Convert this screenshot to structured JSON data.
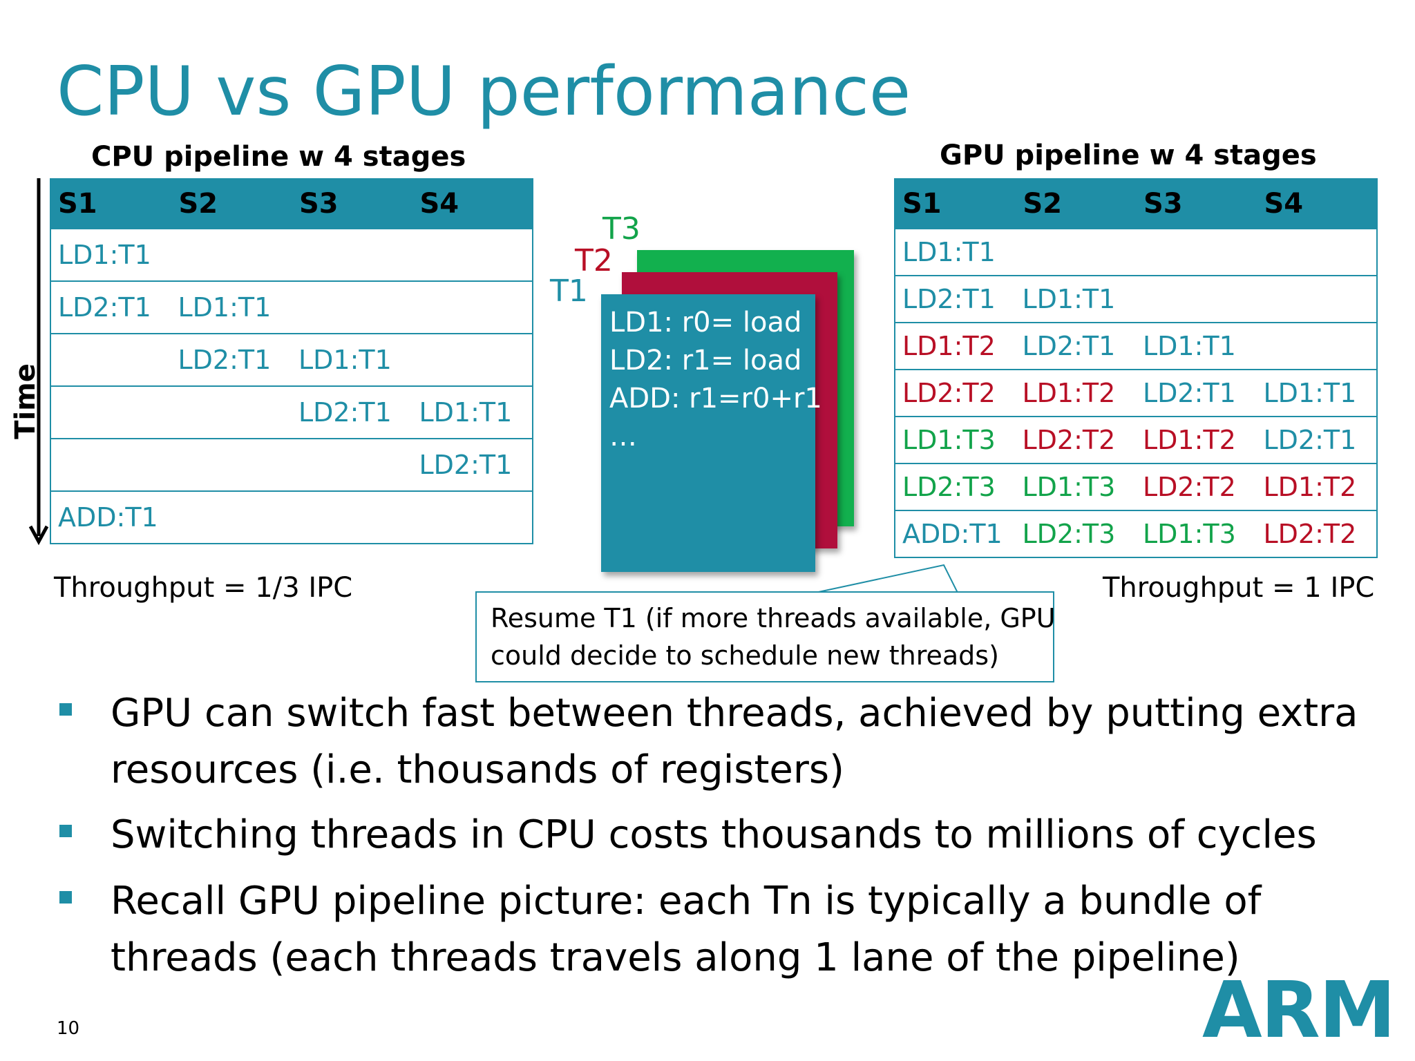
{
  "slide": {
    "title": "CPU vs GPU performance",
    "page_number": "10",
    "logo_text": "ARM",
    "time_label": "Time"
  },
  "colors": {
    "accent": "#1f8ea6",
    "T1": "#1f8ea6",
    "T2": "#b80f25",
    "T3": "#12a34a"
  },
  "cpu": {
    "title": "CPU pipeline w 4 stages",
    "headers": [
      "S1",
      "S2",
      "S3",
      "S4"
    ],
    "rows": [
      [
        {
          "text": "LD1:T1",
          "t": "T1"
        },
        null,
        null,
        null
      ],
      [
        {
          "text": "LD2:T1",
          "t": "T1"
        },
        {
          "text": "LD1:T1",
          "t": "T1"
        },
        null,
        null
      ],
      [
        null,
        {
          "text": "LD2:T1",
          "t": "T1"
        },
        {
          "text": "LD1:T1",
          "t": "T1"
        },
        null
      ],
      [
        null,
        null,
        {
          "text": "LD2:T1",
          "t": "T1"
        },
        {
          "text": "LD1:T1",
          "t": "T1"
        }
      ],
      [
        null,
        null,
        null,
        {
          "text": "LD2:T1",
          "t": "T1"
        }
      ],
      [
        {
          "text": "ADD:T1",
          "t": "T1"
        },
        null,
        null,
        null
      ]
    ],
    "throughput": "Throughput = 1/3 IPC"
  },
  "gpu": {
    "title": "GPU pipeline w 4 stages",
    "headers": [
      "S1",
      "S2",
      "S3",
      "S4"
    ],
    "rows": [
      [
        {
          "text": "LD1:T1",
          "t": "T1"
        },
        null,
        null,
        null
      ],
      [
        {
          "text": "LD2:T1",
          "t": "T1"
        },
        {
          "text": "LD1:T1",
          "t": "T1"
        },
        null,
        null
      ],
      [
        {
          "text": "LD1:T2",
          "t": "T2"
        },
        {
          "text": "LD2:T1",
          "t": "T1"
        },
        {
          "text": "LD1:T1",
          "t": "T1"
        },
        null
      ],
      [
        {
          "text": "LD2:T2",
          "t": "T2"
        },
        {
          "text": "LD1:T2",
          "t": "T2"
        },
        {
          "text": "LD2:T1",
          "t": "T1"
        },
        {
          "text": "LD1:T1",
          "t": "T1"
        }
      ],
      [
        {
          "text": "LD1:T3",
          "t": "T3"
        },
        {
          "text": "LD2:T2",
          "t": "T2"
        },
        {
          "text": "LD1:T2",
          "t": "T2"
        },
        {
          "text": "LD2:T1",
          "t": "T1"
        }
      ],
      [
        {
          "text": "LD2:T3",
          "t": "T3"
        },
        {
          "text": "LD1:T3",
          "t": "T3"
        },
        {
          "text": "LD2:T2",
          "t": "T2"
        },
        {
          "text": "LD1:T2",
          "t": "T2"
        }
      ],
      [
        {
          "text": "ADD:T1",
          "t": "T1"
        },
        {
          "text": "LD2:T3",
          "t": "T3"
        },
        {
          "text": "LD1:T3",
          "t": "T3"
        },
        {
          "text": "LD2:T2",
          "t": "T2"
        }
      ]
    ],
    "throughput": "Throughput  = 1 IPC"
  },
  "threads": {
    "labels": {
      "t1": "T1",
      "t2": "T2",
      "t3": "T3"
    },
    "code": [
      "LD1: r0= load",
      "LD2: r1= load",
      "ADD: r1=r0+r1",
      "…"
    ]
  },
  "callout": {
    "lines": [
      "Resume T1 (if more threads available, GPU",
      "could decide to schedule new threads)"
    ]
  },
  "bullets": [
    {
      "lines": [
        "GPU can switch fast between threads, achieved by putting extra",
        "resources (i.e. thousands of registers)"
      ]
    },
    {
      "lines": [
        "Switching threads in CPU costs thousands to millions of cycles"
      ]
    },
    {
      "lines": [
        "Recall GPU pipeline picture: each Tn is typically a bundle of",
        "threads (each threads travels along 1 lane of the pipeline)"
      ]
    }
  ]
}
